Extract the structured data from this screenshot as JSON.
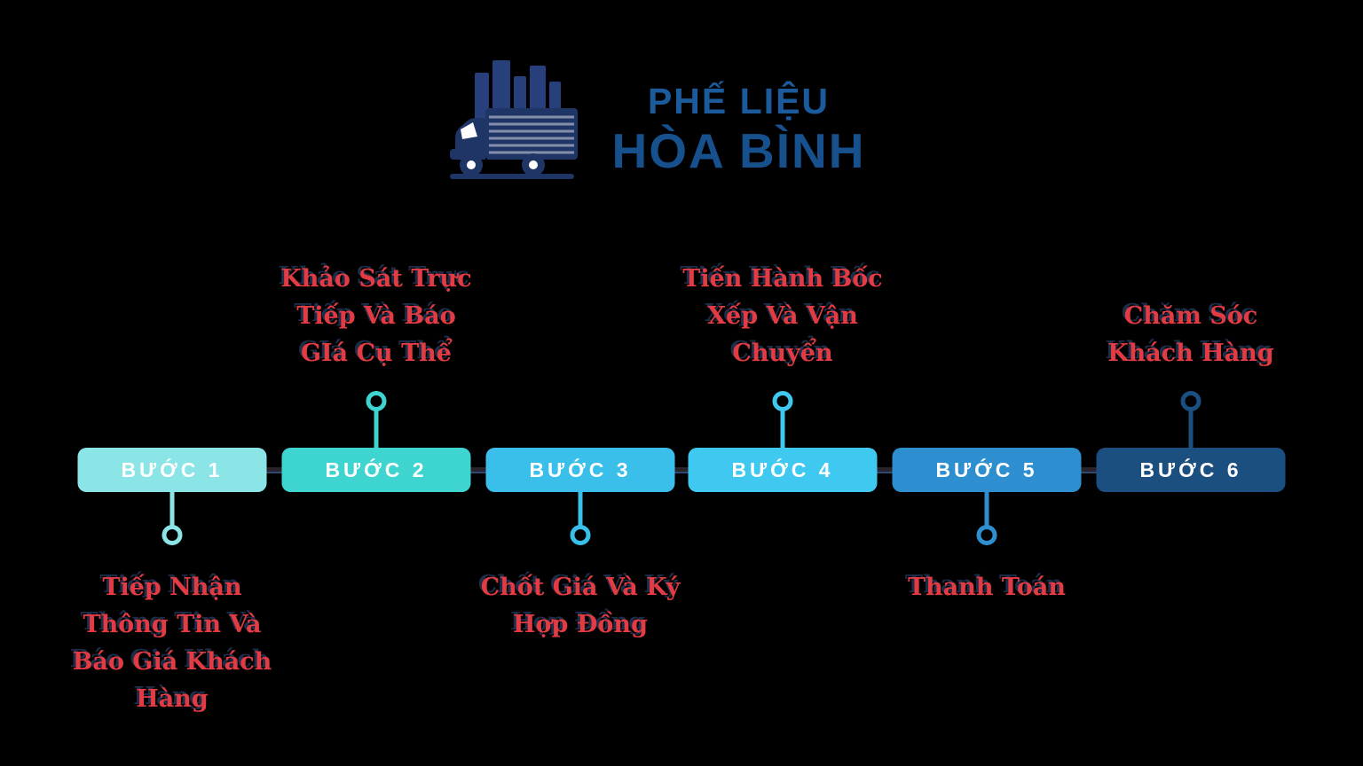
{
  "theme": {
    "background": "#000000",
    "label_color": "#e23b43",
    "label_shadow": "#1d2c47",
    "track": "#29222b",
    "track_edge": "#2d4a72",
    "button_text": "#ffffff",
    "logo_text_primary": "#1b5b9b",
    "logo_text_secondary": "#17518d",
    "logo_truck": "#1e3566",
    "logo_buildings": "#27407b"
  },
  "logo": {
    "icon": "truck-city-icon",
    "line1": "PHẾ LIỆU",
    "line2": "HÒA BÌNH"
  },
  "timeline": {
    "steps": [
      {
        "button_label": "BƯỚC 1",
        "color": "#8be5e7",
        "label_position": "below",
        "label_lines": [
          "Tiếp Nhận",
          "Thông Tin Và",
          "Báo Giá Khách",
          "Hàng"
        ]
      },
      {
        "button_label": "BƯỚC 2",
        "color": "#3ed4d0",
        "label_position": "above",
        "label_lines": [
          "Khảo Sát Trực",
          "Tiếp Và Báo",
          "GIá Cụ Thể"
        ]
      },
      {
        "button_label": "BƯỚC 3",
        "color": "#3abfeb",
        "label_position": "below",
        "label_lines": [
          "Chốt Giá Và Ký",
          "Hợp Đồng"
        ]
      },
      {
        "button_label": "BƯỚC 4",
        "color": "#40c9f0",
        "label_position": "above",
        "label_lines": [
          "Tiến Hành Bốc",
          "Xếp Và Vận",
          "Chuyển"
        ]
      },
      {
        "button_label": "BƯỚC 5",
        "color": "#2e8fd0",
        "label_position": "below",
        "label_lines": [
          "Thanh Toán"
        ]
      },
      {
        "button_label": "BƯỚC 6",
        "color": "#1a4f7f",
        "label_position": "above",
        "label_lines": [
          "Chăm Sóc",
          "Khách Hàng"
        ]
      }
    ]
  }
}
